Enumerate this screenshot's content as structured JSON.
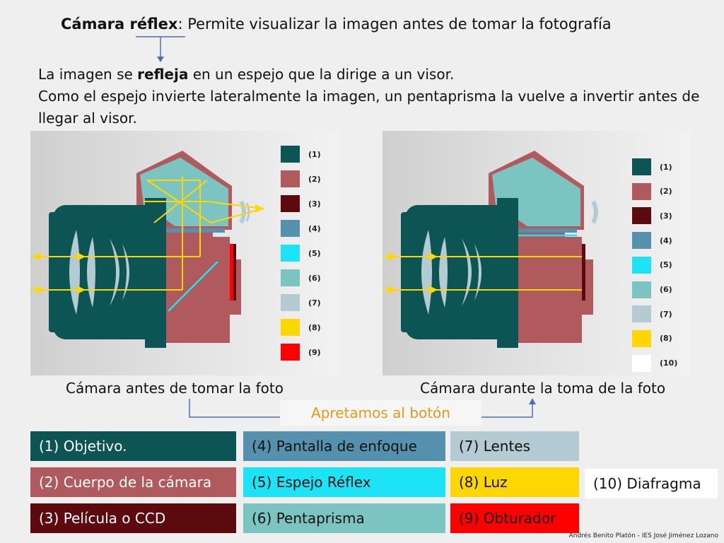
{
  "title": {
    "term": "Cámara réflex",
    "definition": ": Permite visualizar la imagen antes de tomar la fotografía"
  },
  "intro": {
    "line1_before": "La imagen se ",
    "line1_bold": "refleja",
    "line1_after": " en un espejo que la dirige a un visor.",
    "line2": "Como el espejo invierte lateralmente la imagen, un pentaprisma la vuelve a invertir antes de llegar al visor."
  },
  "colors": {
    "objective": "#0d5555",
    "body": "#b05a5e",
    "film": "#5c0a0e",
    "focus_screen": "#5591ac",
    "mirror": "#1de3f7",
    "pentaprism": "#7cc4c2",
    "lenses": "#b4cbd3",
    "light": "#ffd700",
    "shutter": "#ff0000",
    "diaphragm": "#ffffff"
  },
  "legend_left": [
    {
      "label": "(1)",
      "color": "#0d5555"
    },
    {
      "label": "(2)",
      "color": "#b05a5e"
    },
    {
      "label": "(3)",
      "color": "#5c0a0e"
    },
    {
      "label": "(4)",
      "color": "#5591ac"
    },
    {
      "label": "(5)",
      "color": "#1de3f7"
    },
    {
      "label": "(6)",
      "color": "#7cc4c2"
    },
    {
      "label": "(7)",
      "color": "#b4cbd3"
    },
    {
      "label": "(8)",
      "color": "#ffd700"
    },
    {
      "label": "(9)",
      "color": "#ff0000"
    }
  ],
  "legend_right": [
    {
      "label": "(1)",
      "color": "#0d5555"
    },
    {
      "label": "(2)",
      "color": "#b05a5e"
    },
    {
      "label": "(3)",
      "color": "#5c0a0e"
    },
    {
      "label": "(4)",
      "color": "#5591ac"
    },
    {
      "label": "(5)",
      "color": "#1de3f7"
    },
    {
      "label": "(6)",
      "color": "#7cc4c2"
    },
    {
      "label": "(7)",
      "color": "#b4cbd3"
    },
    {
      "label": "(8)",
      "color": "#ffd700"
    },
    {
      "label": "(10)",
      "color": "#ffffff"
    }
  ],
  "captions": {
    "before": "Cámara antes de tomar la foto",
    "during": "Cámara durante la toma de la foto",
    "press_button": "Apretamos al botón"
  },
  "key": [
    {
      "text": "(1) Objetivo.",
      "bg": "#0d5555",
      "fg": "#ffffff"
    },
    {
      "text": "(4) Pantalla de enfoque",
      "bg": "#5591ac",
      "fg": "#111111"
    },
    {
      "text": "(7) Lentes",
      "bg": "#b4cbd3",
      "fg": "#111111"
    },
    {
      "text": "(2) Cuerpo de la cámara",
      "bg": "#b05a5e",
      "fg": "#ffffff"
    },
    {
      "text": "(5) Espejo Réflex",
      "bg": "#1de3f7",
      "fg": "#111111"
    },
    {
      "text": "(8) Luz",
      "bg": "#ffd700",
      "fg": "#111111"
    },
    {
      "text": "(10) Diafragma",
      "bg": "#ffffff",
      "fg": "#111111"
    },
    {
      "text": "(3) Película o CCD",
      "bg": "#5c0a0e",
      "fg": "#ffffff"
    },
    {
      "text": "(6) Pentaprisma",
      "bg": "#7cc4c2",
      "fg": "#111111"
    },
    {
      "text": "(9) Obturador",
      "bg": "#ff0000",
      "fg": "#111111"
    }
  ],
  "credit": "Andrés Benito Platón - IES José Jiménez Lozano"
}
